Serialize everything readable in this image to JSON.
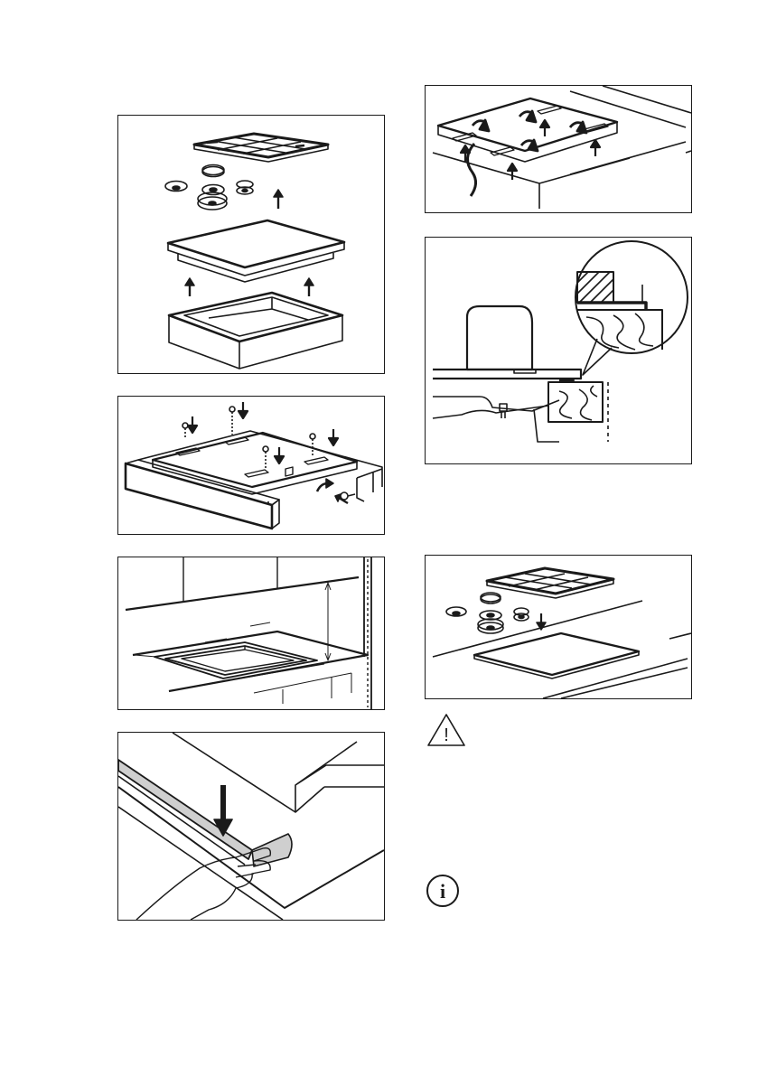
{
  "page": {
    "background": "#ffffff",
    "line_color": "#1a1a1a"
  },
  "figures": [
    {
      "id": "fig-remove-grid-burners-and-packaging",
      "step": 1
    },
    {
      "id": "fig-remove-brackets-screws",
      "step": 2
    },
    {
      "id": "fig-cutout-dimensions",
      "step": 3
    },
    {
      "id": "fig-apply-seal-strip",
      "step": 4
    },
    {
      "id": "fig-fit-brackets-underside",
      "step": 5
    },
    {
      "id": "fig-clamp-detail-cross-section",
      "step": 6
    },
    {
      "id": "fig-reinstall-burners-grid",
      "step": 7
    }
  ],
  "icons": {
    "warning": {
      "name": "warning-triangle-icon",
      "glyph": "!"
    },
    "info": {
      "name": "info-circle-icon",
      "glyph": "i"
    }
  }
}
